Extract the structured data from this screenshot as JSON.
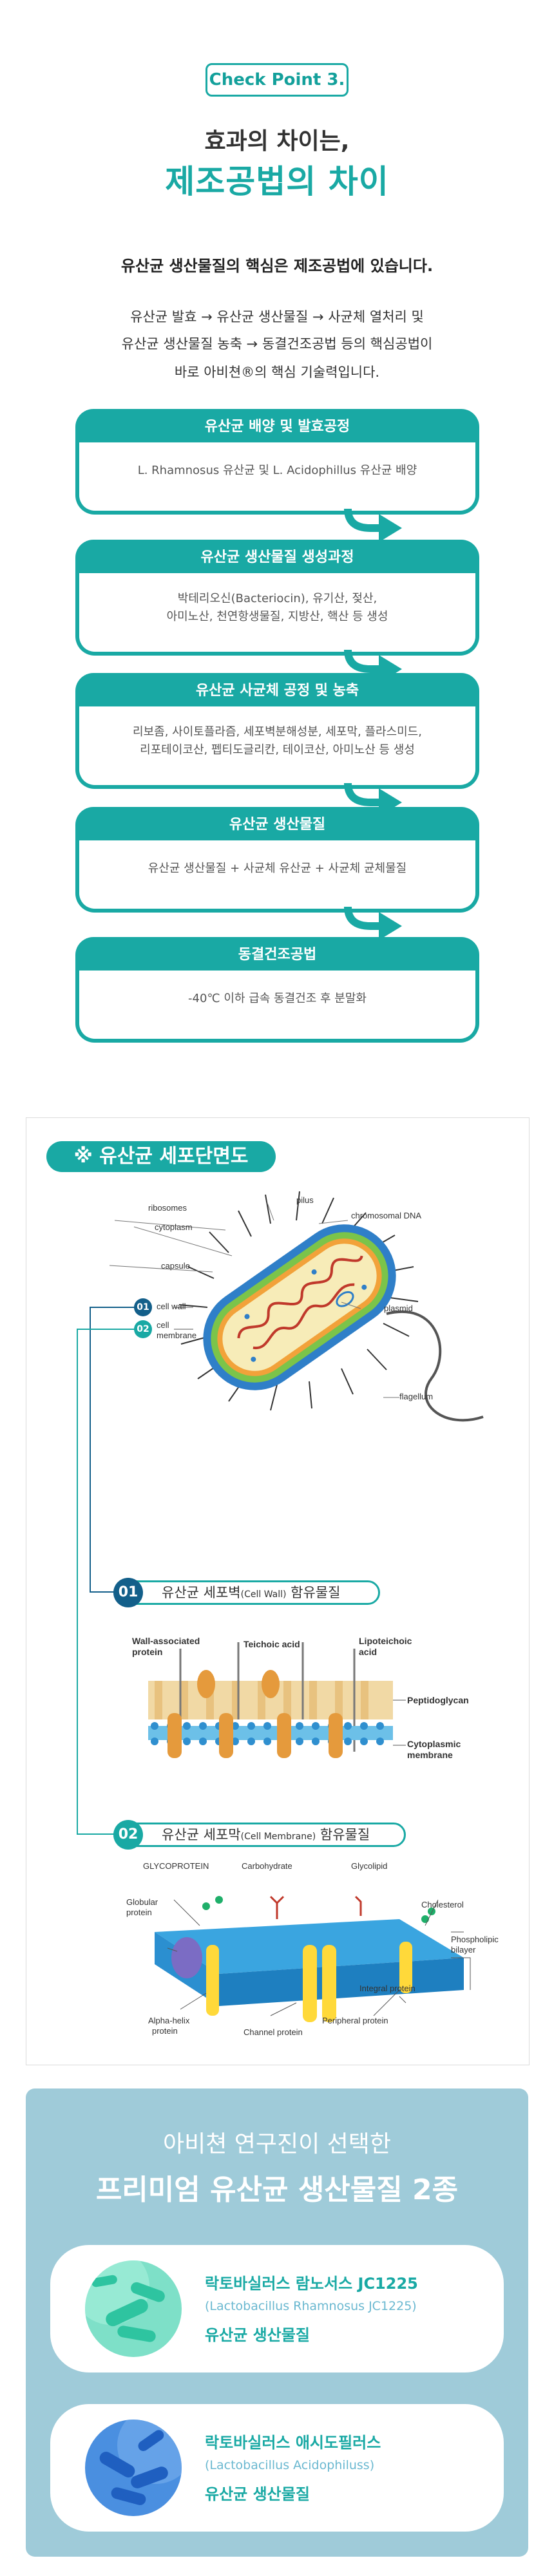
{
  "header": {
    "badge": "Check Point 3.",
    "headline_1": "효과의 차이는,",
    "headline_2": "제조공법의 차이"
  },
  "intro": {
    "bold": "유산균 생산물질의 핵심은 제조공법에 있습니다.",
    "line_1": "유산균 발효 → 유산균 생산물질 → 사균체 열처리 및",
    "line_2": "유산균 생산물질 농축 → 동결건조공법 등의 핵심공법이",
    "line_3": "바로 아비쳔®의 핵심 기술력입니다."
  },
  "steps": [
    {
      "title": "유산균 배양 및 발효공정",
      "lines": [
        "L. Rhamnosus 유산균 및 L. Acidophillus 유산균 배양"
      ]
    },
    {
      "title": "유산균 생산물질 생성과정",
      "lines": [
        "박테리오신(Bacteriocin), 유기산, 젖산,",
        "아미노산, 천연항생물질, 지방산, 핵산 등 생성"
      ]
    },
    {
      "title": "유산균 사균체 공정 및 농축",
      "lines": [
        "리보좀, 사이토플라즘, 세포벽분해성분, 세포막, 플라스미드,",
        "리포테이코산, 펩티도글리칸, 테이코산, 아미노산 등 생성"
      ]
    },
    {
      "title": "유산균 생산물질",
      "lines": [
        "유산균 생산물질 + 사균체 유산균 + 사균체 균체물질"
      ]
    },
    {
      "title": "동결건조공법",
      "lines": [
        "-40℃ 이하 급속 동결건조 후 분말화"
      ]
    }
  ],
  "cell_section": {
    "title": "※ 유산균 세포단면도",
    "labels": {
      "ribosomes": "ribosomes",
      "pilus": "pilus",
      "cytoplasm": "cytoplasm",
      "chromosomal_dna": "chromosomal DNA",
      "capsule": "capsule",
      "plasmid": "plasmid",
      "cell_wall": "cell wall",
      "cell_membrane_1": "cell",
      "cell_membrane_2": "membrane",
      "flagellum": "flagellum"
    },
    "num_1": "01",
    "num_2": "02",
    "wall": {
      "title": "유산균 세포벽",
      "title_en": "(Cell Wall)",
      "title_tail": " 함유물질",
      "labels": {
        "wall_assoc_1": "Wall-associated",
        "wall_assoc_2": "protein",
        "teichoic": "Teichoic acid",
        "lipoteichoic_1": "Lipoteichoic",
        "lipoteichoic_2": "acid",
        "peptidoglycan": "Peptidoglycan",
        "cyto_1": "Cytoplasmic",
        "cyto_2": "membrane"
      }
    },
    "membrane": {
      "title": "유산균 세포막",
      "title_en": "(Cell Membrane)",
      "title_tail": " 함유물질",
      "labels": {
        "glycoprotein": "GLYCOPROTEIN",
        "carbohydrate": "Carbohydrate",
        "glycolipid": "Glycolipid",
        "globular_1": "Globular",
        "globular_2": "protein",
        "cholesterol": "Cholesterol",
        "phospholipid_1": "Phospholipic",
        "phospholipid_2": "bilayer",
        "integral": "Integral protein",
        "alpha_1": "Alpha-helix",
        "alpha_2": "protein",
        "peripheral": "Peripheral protein",
        "channel": "Channel protein"
      }
    }
  },
  "premium": {
    "title_1": "아비쳔 연구진이 선택한",
    "title_2": "프리미엄 유산균 생산물질 2종",
    "items": [
      {
        "name": "락토바실러스 람노서스 JC1225",
        "latin": "(Lactobacillus Rhamnosus JC1225)",
        "kind": "유산균 생산물질"
      },
      {
        "name": "락토바실러스 애시도필러스",
        "latin": "(Lactobacillus Acidophiluss)",
        "kind": "유산균 생산물질"
      }
    ]
  },
  "colors": {
    "accent": "#19a9a4",
    "accent_dark": "#0e7c7a",
    "premium_bg": "#9fcbd9",
    "cell_num_1": "#135f8a",
    "cell_num_2": "#19a9a4"
  }
}
